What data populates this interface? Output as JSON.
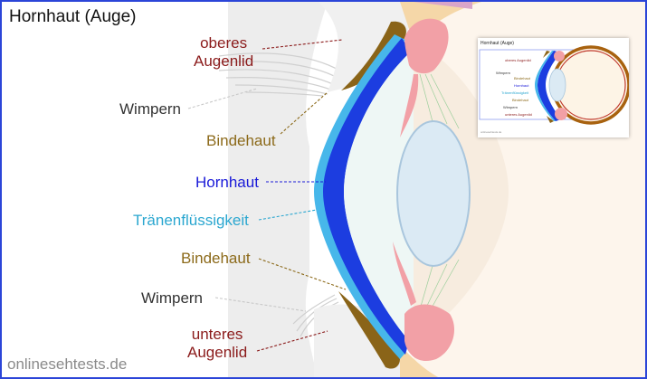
{
  "title": "Hornhaut (Auge)",
  "labels": {
    "upper_lid_line1": "oberes",
    "upper_lid_line2": "Augenlid",
    "upper_lashes": "Wimpern",
    "upper_conjunctiva": "Bindehaut",
    "cornea": "Hornhaut",
    "tear_fluid": "Tränenflüssigkeit",
    "lower_conjunctiva": "Bindehaut",
    "lower_lashes": "Wimpern",
    "lower_lid_line1": "unteres",
    "lower_lid_line2": "Augenlid"
  },
  "watermark": "onlinesehtests.de",
  "thumbnail": {
    "title": "Hornhaut (Auge)",
    "labels": {
      "upper_lid": "oberes Augenlid",
      "upper_lashes": "Wimpern",
      "upper_conjunctiva": "Bindehaut",
      "cornea": "Hornhaut",
      "tear_fluid": "Tränenflüssigkeit",
      "lower_conjunctiva": "Bindehaut",
      "lower_lashes": "Wimpern",
      "lower_lid": "unteres Augenlid"
    }
  },
  "colors": {
    "border": "#2b45d8",
    "upper_lid_label": "#8b1b1b",
    "lashes_label": "#333333",
    "conjunctiva_label": "#8c6a1a",
    "cornea_label": "#1a1ad8",
    "tear_label": "#2ba7d0",
    "cornea_fill": "#1f3fe0",
    "tear_fill": "#46b8ea",
    "iris_fill": "#f4a3a8",
    "lens_fill": "#dcecf4",
    "skin_fill": "#e9e9e9"
  }
}
